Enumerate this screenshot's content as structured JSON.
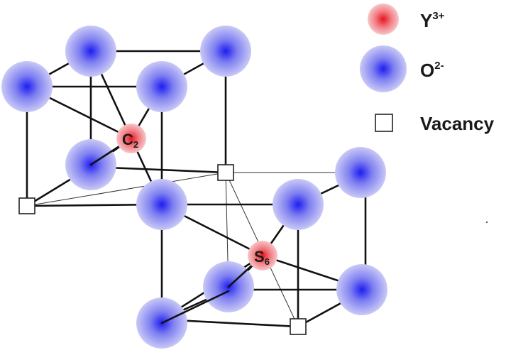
{
  "legend": {
    "yttrium": {
      "symbol": "Y",
      "charge": "3+"
    },
    "oxygen": {
      "symbol": "O",
      "charge": "2-"
    },
    "vacancy": {
      "label": "Vacancy"
    }
  },
  "sites": {
    "c2": {
      "symbol": "C",
      "subscript": "2"
    },
    "s6": {
      "symbol": "S",
      "subscript": "6"
    }
  },
  "colors": {
    "oxygen_core": "#1e1ef0",
    "oxygen_mid": "#7f7ff2",
    "oxygen_edge": "#c9c9f6",
    "yttrium_core": "#e8141e",
    "yttrium_mid": "#f27a80",
    "yttrium_edge": "#f6c6c8",
    "bond": "#111111",
    "vacancy_stroke": "#222222"
  }
}
